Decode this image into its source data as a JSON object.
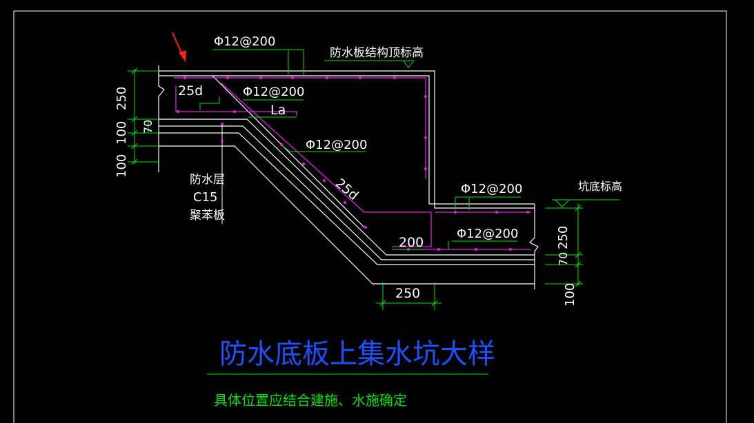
{
  "drawing": {
    "title": "防水底板上集水坑大样",
    "note": "具体位置应结合建施、水施确定",
    "labels": {
      "rebar_top": "Φ12@200",
      "rebar_mid": "Φ12@200",
      "rebar_slope": "Φ12@200",
      "rebar_pit_top": "Φ12@200",
      "rebar_pit_bottom": "Φ12@200",
      "top_elev": "防水板结构顶标高",
      "pit_elev": "坑底标高",
      "anchor_top": "25d",
      "anchor_slope": "25d",
      "la": "La",
      "dim_200": "200",
      "dim_250_bottom": "250",
      "dim_left_250": "250",
      "dim_left_100a": "100",
      "dim_left_70": "70",
      "dim_left_100b": "100",
      "dim_right_250": "250",
      "dim_right_70": "70",
      "dim_right_100": "100",
      "layer_waterproof": "防水层",
      "layer_c15": "C15",
      "layer_eps": "聚苯板"
    }
  },
  "colors": {
    "background": "#000000",
    "outline": "#ffffff",
    "rebar": "#e020e0",
    "dimension": "#00e000",
    "title": "#1e50ff",
    "note": "#00e000",
    "arrow": "#ff2020"
  }
}
